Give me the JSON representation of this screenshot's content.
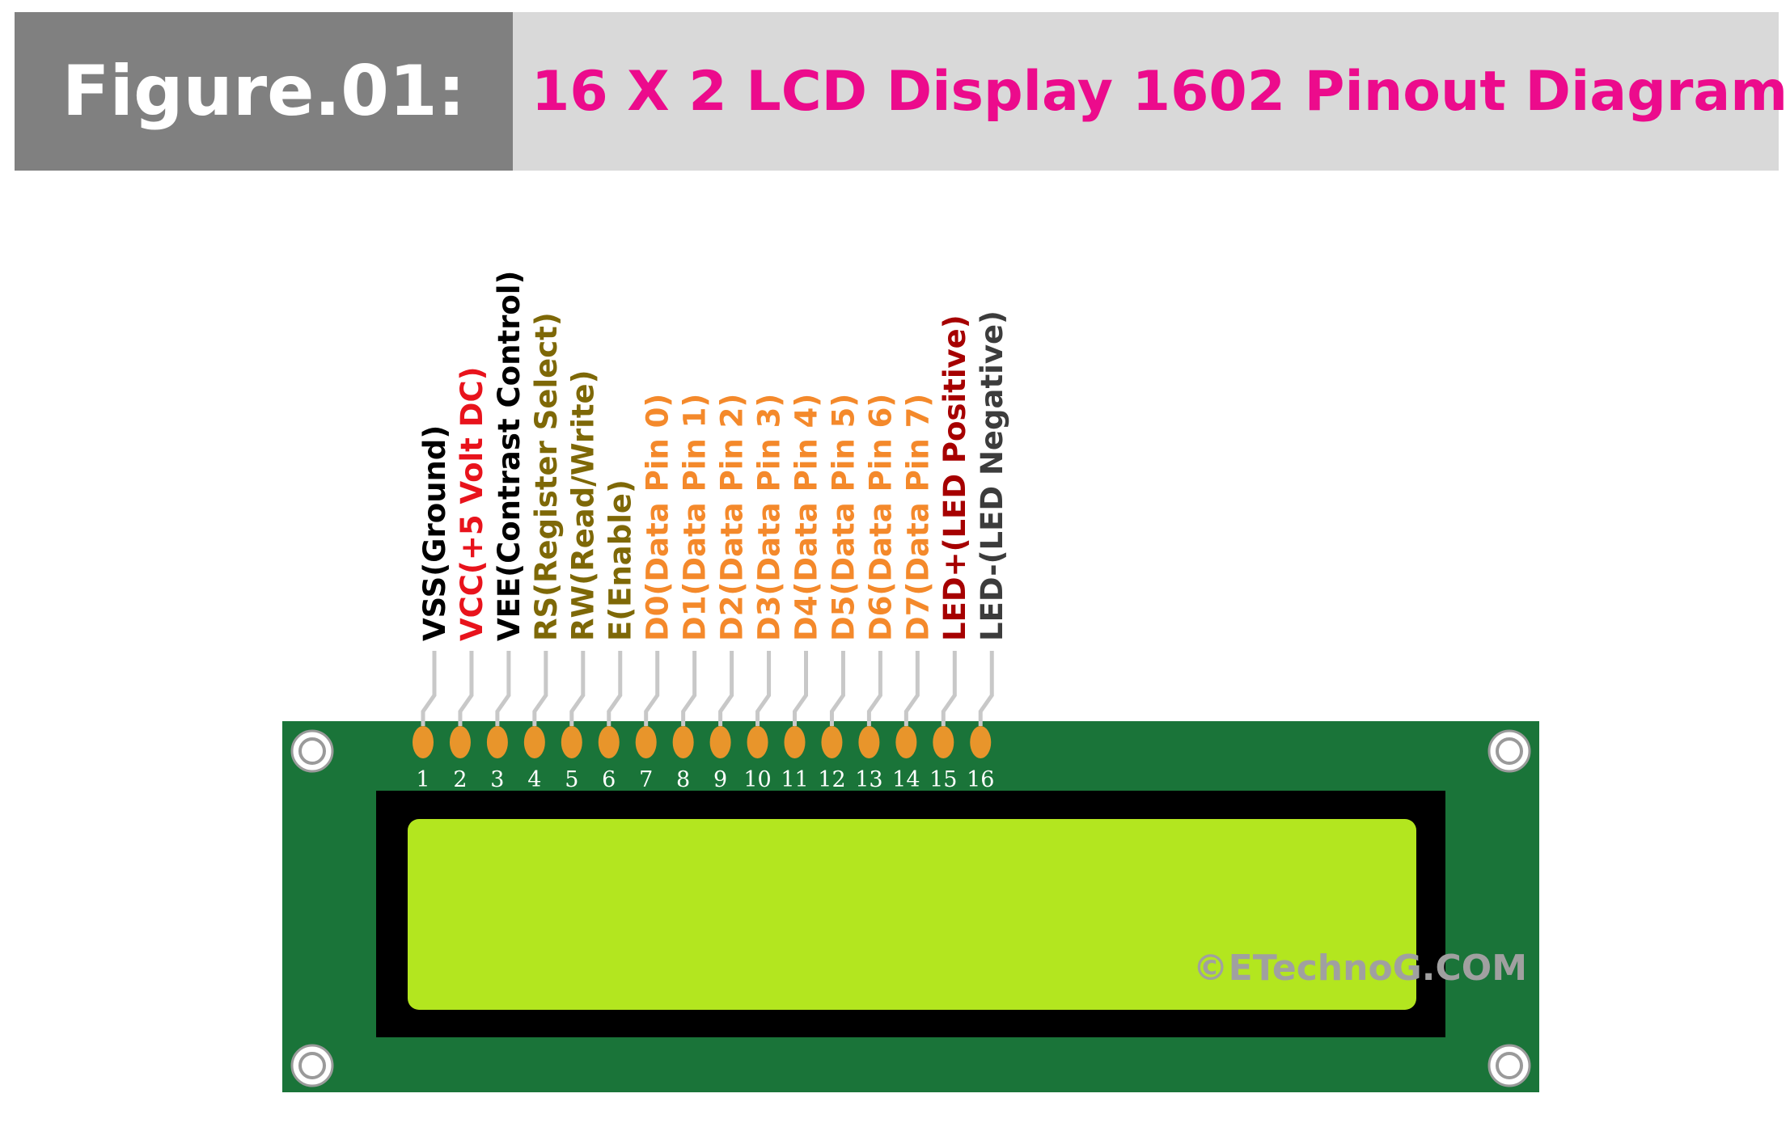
{
  "header": {
    "figure_label": "Figure.01:",
    "title": "16 X 2 LCD Display 1602 Pinout Diagram"
  },
  "pins": [
    {
      "number": "1",
      "label": "VSS(Ground)",
      "color": "#000000"
    },
    {
      "number": "2",
      "label": "VCC(+5 Volt DC)",
      "color": "#e8131c"
    },
    {
      "number": "3",
      "label": "VEE(Contrast Control)",
      "color": "#000000"
    },
    {
      "number": "4",
      "label": "RS(Register Select)",
      "color": "#7e6807"
    },
    {
      "number": "5",
      "label": "RW(Read/Write)",
      "color": "#7e6807"
    },
    {
      "number": "6",
      "label": "E(Enable)",
      "color": "#7e6807"
    },
    {
      "number": "7",
      "label": "D0(Data Pin 0)",
      "color": "#f4892b"
    },
    {
      "number": "8",
      "label": "D1(Data Pin 1)",
      "color": "#f4892b"
    },
    {
      "number": "9",
      "label": "D2(Data Pin 2)",
      "color": "#f4892b"
    },
    {
      "number": "10",
      "label": "D3(Data Pin 3)",
      "color": "#f4892b"
    },
    {
      "number": "11",
      "label": "D4(Data Pin 4)",
      "color": "#f4892b"
    },
    {
      "number": "12",
      "label": "D5(Data Pin 5)",
      "color": "#f4892b"
    },
    {
      "number": "13",
      "label": "D6(Data Pin 6)",
      "color": "#f4892b"
    },
    {
      "number": "14",
      "label": "D7(Data Pin 7)",
      "color": "#f4892b"
    },
    {
      "number": "15",
      "label": "LED+(LED Positive)",
      "color": "#a60000"
    },
    {
      "number": "16",
      "label": "LED-(LED Negative)",
      "color": "#3c3c3c"
    }
  ],
  "watermark": "©ETechnoG.COM",
  "colors": {
    "board": "#1a7439",
    "bezel": "#000000",
    "screen": "#b3e61f",
    "pad": "#e8952b",
    "lead": "#c8c8c8",
    "header_title": "#ec0b8c"
  }
}
